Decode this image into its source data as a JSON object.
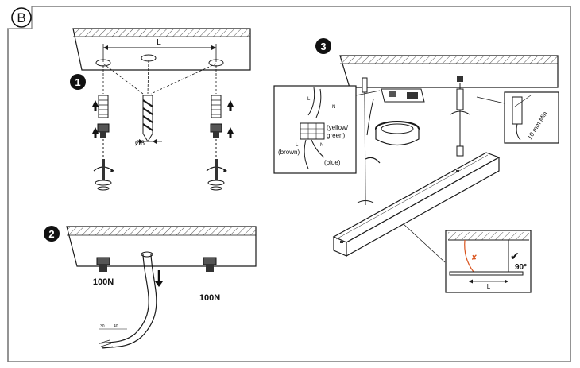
{
  "section_letter": "B",
  "steps": {
    "one": {
      "number": "1",
      "distance_label": "L",
      "drill_label": "Ø8"
    },
    "two": {
      "number": "2",
      "load_left": "100N",
      "load_right": "100N",
      "strip_a": "30",
      "strip_b": "40"
    },
    "three": {
      "number": "3",
      "wire_L": "L",
      "wire_N": "N",
      "yellow_green": "(yellow/\ngreen)",
      "yellow_green_line1": "(yellow/",
      "yellow_green_line2": "green)",
      "brown": "(brown)",
      "blue": "(blue)",
      "term_L": "L",
      "term_N": "N",
      "min_distance": "10 mm Min",
      "angle": "90°",
      "cross": "✘",
      "check": "✔",
      "distance_label": "L"
    }
  },
  "colors": {
    "line": "#1a1a1a",
    "hatch": "#555555",
    "wire_red": "#d9541e",
    "frame": "#7a7a7a"
  }
}
